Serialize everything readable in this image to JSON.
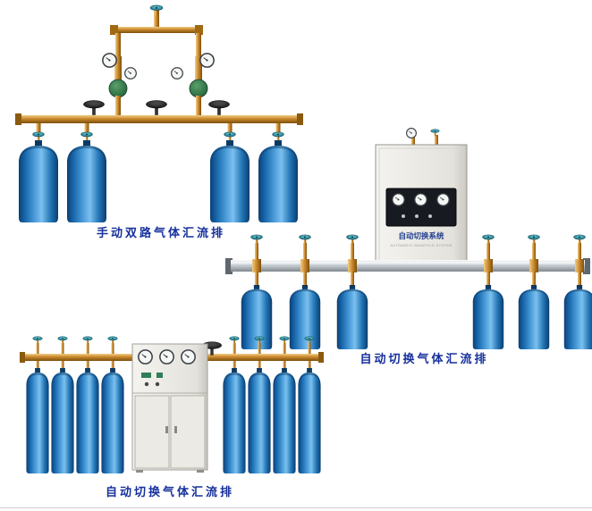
{
  "page": {
    "background": "#ffffff"
  },
  "theme": {
    "label_color": "#16309c",
    "cylinder_blue": "#1b6bb0",
    "brass_pipe": "#c8872b",
    "teal_handwheel": "#2a8a9c",
    "silver_pipe": "#c2c8cd",
    "cabinet_body": "#e9e7e1"
  },
  "products": [
    {
      "label": "手动双路气体汇流排",
      "cylinder_count": 4,
      "regulator_count": 2,
      "pipe_valve_count": 3
    },
    {
      "label": "自动切换气体汇流排",
      "cabinet_title": "自动切换系统",
      "cabinet_subtitle": "AUTOMATIC MANIFOLD SYSTEM",
      "cylinder_count": 6,
      "cabinet_gauge_count": 3
    },
    {
      "label": "自动切换气体汇流排",
      "cylinder_count": 8,
      "cabinet_gauge_count": 3
    }
  ]
}
